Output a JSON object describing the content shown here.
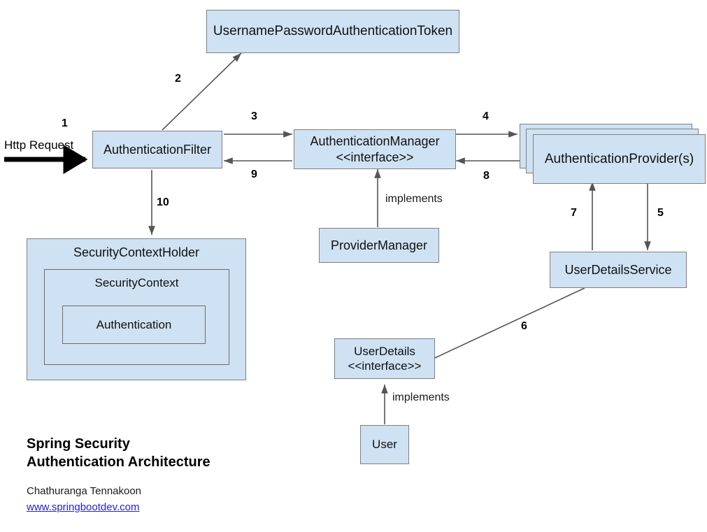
{
  "diagram": {
    "title": "Spring Security Authentication Architecture",
    "colors": {
      "node_fill": "#cfe2f3",
      "node_border": "#7f7f7f",
      "line": "#555555",
      "link": "#2222cc",
      "background": "#ffffff"
    },
    "nodes": [
      {
        "id": "token",
        "label": "UsernamePasswordAuthenticationToken"
      },
      {
        "id": "auth_filter",
        "label": "AuthenticationFilter"
      },
      {
        "id": "auth_manager_line1",
        "label": "AuthenticationManager"
      },
      {
        "id": "auth_manager_line2",
        "label": "<<interface>>"
      },
      {
        "id": "auth_provider",
        "label": "AuthenticationProvider(s)"
      },
      {
        "id": "provider_manager",
        "label": "ProviderManager"
      },
      {
        "id": "user_details_service",
        "label": "UserDetailsService"
      },
      {
        "id": "user_details_line1",
        "label": "UserDetails"
      },
      {
        "id": "user_details_line2",
        "label": "<<interface>>"
      },
      {
        "id": "user",
        "label": "User"
      },
      {
        "id": "security_context_holder",
        "label": "SecurityContextHolder"
      },
      {
        "id": "security_context",
        "label": "SecurityContext"
      },
      {
        "id": "authentication",
        "label": "Authentication"
      }
    ],
    "edges": [
      {
        "id": "e1",
        "label": "1",
        "from": "http-request",
        "to": "auth_filter"
      },
      {
        "id": "e2",
        "label": "2",
        "from": "auth_filter",
        "to": "token"
      },
      {
        "id": "e3",
        "label": "3",
        "from": "auth_filter",
        "to": "auth_manager"
      },
      {
        "id": "e4",
        "label": "4",
        "from": "auth_manager",
        "to": "auth_provider"
      },
      {
        "id": "e5",
        "label": "5",
        "from": "auth_provider",
        "to": "user_details_service"
      },
      {
        "id": "e6",
        "label": "6",
        "from": "user_details_service",
        "to": "user_details"
      },
      {
        "id": "e7",
        "label": "7",
        "from": "user_details_service",
        "to": "auth_provider"
      },
      {
        "id": "e8",
        "label": "8",
        "from": "auth_provider",
        "to": "auth_manager"
      },
      {
        "id": "e9",
        "label": "9",
        "from": "auth_manager",
        "to": "auth_filter"
      },
      {
        "id": "e10",
        "label": "10",
        "from": "auth_filter",
        "to": "security_context_holder"
      }
    ],
    "annotations": [
      {
        "id": "http_request",
        "label": "Http Request"
      },
      {
        "id": "implements_provider_manager",
        "label": "implements"
      },
      {
        "id": "implements_user",
        "label": "implements"
      }
    ],
    "caption": {
      "title_line1": "Spring Security",
      "title_line2": "Authentication Architecture",
      "author": "Chathuranga Tennakoon",
      "website": "www.springbootdev.com"
    }
  }
}
